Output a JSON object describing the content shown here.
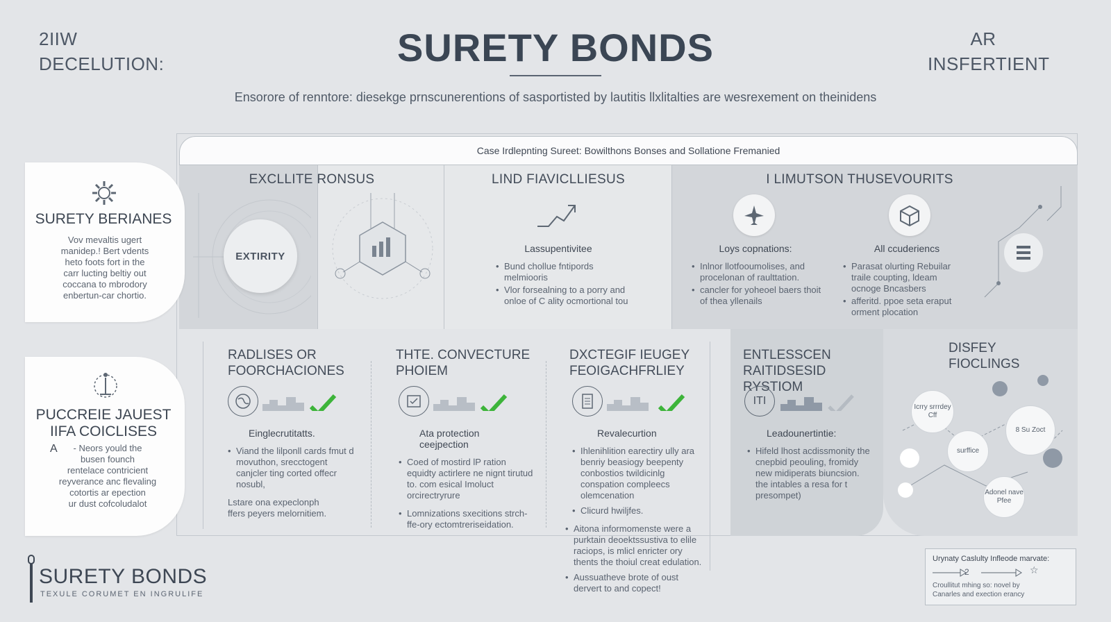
{
  "header": {
    "left_corner": [
      "2IIW",
      "DECELUTION:"
    ],
    "title": "SURETY BONDS",
    "right_corner": [
      "AR",
      "INSFERTIENT"
    ],
    "subtitle": "Ensorore of renntore: diesekge prnscunerentions of sasportisted by lautitis llxlitalties are wesrexement on theinidens"
  },
  "framework": {
    "tab_title": "Case Irdlepnting Sureet: Bowilthons Bonses and Sollatione Fremanied"
  },
  "side_cards": [
    {
      "icon": "gear-icon",
      "title": "SURETY BERIANES",
      "text": [
        "Vov mevaltis ugert",
        "manidep.! Bert vdents",
        "heto foots fort in the",
        "carr lucting beltiy out",
        "coccana to mbrodory",
        "enbertun-car chortio."
      ]
    },
    {
      "icon": "network-icon",
      "title": [
        "PUCCREIE JAUEST",
        "IIFA COICLISES"
      ],
      "letter": "A",
      "text": [
        "- Neors yould the",
        "busen founch",
        "rentelace contricient",
        "reyverance anc flevaling",
        "cotortis ar epection",
        "ur dust cofcoludalot"
      ]
    }
  ],
  "top_panels": [
    {
      "title": "EXCLLITE RONSUS",
      "circle_label": "EXTIRITY",
      "icon": "chart-icon"
    },
    {
      "title": "LIND FIAVICLLIESUS",
      "icon": "trend-up-icon",
      "sub": "Lassupentivitee",
      "bullets": [
        "Bund chollue fntipords melmiooris",
        "Vlor forsealning to a porry and onloe of C ality ocmortional tou"
      ]
    },
    {
      "title": "I LIMUTSON THUSEVOURITS",
      "groups": [
        {
          "icon": "airplane-icon",
          "sub": "Loys copnations:",
          "bullets": [
            "Inlnor llotfooumolises, and procelonan of raulttation.",
            "cancler for yoheoel baers thoit of thea yllenails"
          ]
        },
        {
          "icon": "box-icon",
          "sub": "All ccuderiencs",
          "bullets": [
            "Parasat olurting Rebuilar traile coupting, ldeam ocnoge Bncasbers",
            "afferitd. ppoe seta eraput orment plocation"
          ]
        }
      ]
    }
  ],
  "bottom_cols": [
    {
      "title": [
        "RADLISES OR",
        "FOORCHACIONES"
      ],
      "icon": "globe-icon",
      "sub": "Einglecrutitatts.",
      "bullets": [
        "Viand the lilponll cards fmut d movuthon, srecctogent canjcler ting corted offecr nosubl,"
      ],
      "extra": [
        "Lstare ona expeclonph",
        "ffers peyers melornitiem."
      ]
    },
    {
      "title": [
        "THTE. CONVECTURE",
        "PHOIEM"
      ],
      "icon": "checklist-icon",
      "sub": "Ata protection ceejpection",
      "bullets": [
        "Coed of mostird lP ration equidty actirlere ne nignt tirutud to. com esical Imoluct orcirectryrure",
        "Lomnizations sxecitions strch-ffe-ory ectomtreriseidation."
      ]
    },
    {
      "title": [
        "DXCTEGIF IEUGEY",
        "FEOIGACHFRLIEY"
      ],
      "icon": "document-icon",
      "sub": "Revalecurtion",
      "bullets": [
        "Ihlenihlition earectiry ully ara benriy beasiogy beepenty conbostios twildicinlg conspation compleecs olemcenation",
        "Clicurd hwiljfes."
      ],
      "extra_bullets": [
        "Aitona informomenste were a purktain deoektssustiva to elile raciops, is mlicl enricter ory thents the thoiul creat edulation.",
        "Aussuatheve brote of oust dervert to and copect!"
      ]
    },
    {
      "title": [
        "ENTLESSCEN RAITIDSESID",
        "RYSTIOM"
      ],
      "icon": "ti-badge-icon",
      "icon_text": "ITI",
      "sub": "Leadounertintie:",
      "bullets": [
        "Hifeld lhost acdissmonity the cnepbid peouling, fromidy new midiperats biuncsion. the intables a resa for t presompet)"
      ]
    },
    {
      "title": [
        "DISFEY",
        "FIOCLINGS"
      ],
      "bubbles": [
        {
          "text": "Icrry srrrdey Cff"
        },
        {
          "text": "8 Su Zoct"
        },
        {
          "text": "surffice"
        },
        {
          "text": "Adonel nave Pfee"
        }
      ]
    }
  ],
  "legend": {
    "title": "Urynaty Caslulty Infleode marvate:",
    "marker": "2",
    "star_icon": "star-icon",
    "lines": [
      "Croullitut mhing so: novel by",
      "Canarles and exection erancy"
    ]
  },
  "logo": {
    "title": "SURETY BONDS",
    "subtitle": "TEXULE CORUMET EN INGRULIFE"
  },
  "colors": {
    "background": "#e3e5e8",
    "panel": "#d3d6da",
    "accent_green": "#3db43a",
    "text": "#3f4753"
  }
}
